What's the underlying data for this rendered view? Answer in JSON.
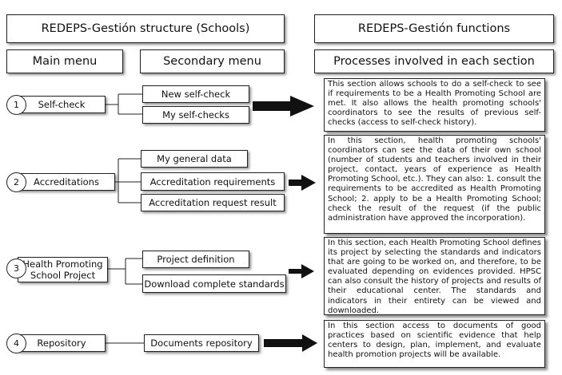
{
  "header": {
    "structure_title": "REDEPS-Gestión structure (Schools)",
    "functions_title": "REDEPS-Gestión functions",
    "main_menu": "Main menu",
    "secondary_menu": "Secondary menu",
    "processes": "Processes involved in each section"
  },
  "sections": [
    {
      "number": "1",
      "label": "Self-check",
      "submenu": [
        "New self-check",
        "My self-checks"
      ],
      "description": "This section allows schools to do a self-check to see if requirements to be a Health Promoting School are met. It also allows the health promoting schools' coordinators to see the results of previous self-checks (access to self-check history)."
    },
    {
      "number": "2",
      "label": "Accreditations",
      "submenu": [
        "My general data",
        "Accreditation requirements",
        "Accreditation request result"
      ],
      "description": "In this section, health promoting schools' coordinators can see the data of their own school (number of students and teachers involved in their project, contact, years of experience as Health Promoting School, etc.). They can also: 1. consult the requirements to be accredited as Health Promoting School; 2. apply to be a Health Promoting School; check the result of the request (if the public administration have approved the incorporation)."
    },
    {
      "number": "3",
      "label": "Health Promoting School Project",
      "submenu": [
        "Project definition",
        "Download complete standards"
      ],
      "description": "In this section, each Health Promoting School defines its project by selecting the standards and indicators that are going to be worked on, and therefore, to be evaluated depending on evidences provided. HPSC can also consult the history of projects and results of their educational center. The standards and indicators in their entirety can be viewed and downloaded."
    },
    {
      "number": "4",
      "label": "Repository",
      "submenu": [
        "Documents repository"
      ],
      "description": "In this section access to documents of good practices based on scientific evidence that help centers to design, plan, implement, and evaluate health promotion projects will be available."
    }
  ]
}
